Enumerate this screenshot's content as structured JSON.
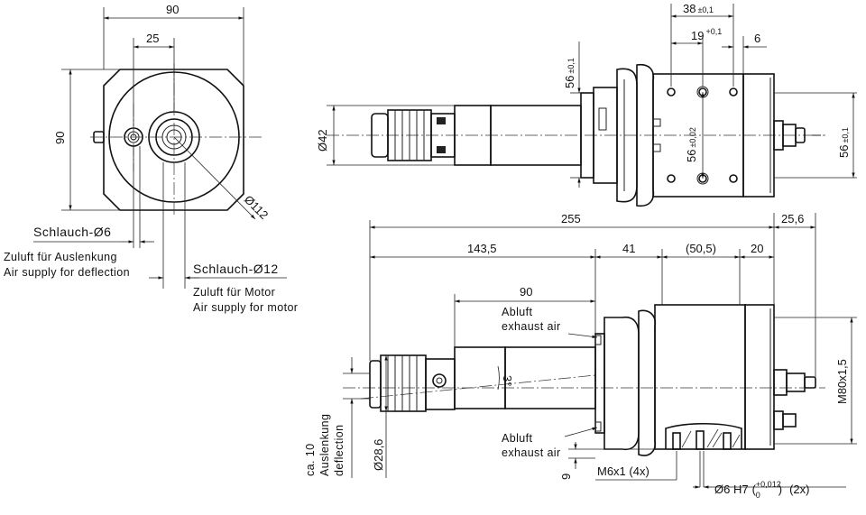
{
  "front_view": {
    "dim_width": "90",
    "dim_offset": "25",
    "dim_height": "90",
    "dim_diameter": "Ø112"
  },
  "labels": {
    "hose_6": "Schlauch-Ø6",
    "deflection_de": "Zuluft für Auslenkung",
    "deflection_en": "Air supply for deflection",
    "hose_12": "Schlauch-Ø12",
    "motor_de": "Zuluft für Motor",
    "motor_en": "Air supply for motor",
    "exhaust_top_de": "Abluft",
    "exhaust_top_en": "exhaust air",
    "exhaust_bottom_de": "Abluft",
    "exhaust_bottom_en": "exhaust air",
    "deflection_1": "ca. 10",
    "deflection_2": "Auslenkung",
    "deflection_3": "deflection"
  },
  "top_view": {
    "dim_38": "38",
    "dim_38_tol": "±0,1",
    "dim_19": "19",
    "dim_19_tol": "+0,1",
    "dim_6": "6",
    "dim_56_left": "56",
    "dim_56_left_tol": "±0,1",
    "dim_56_mid": "56",
    "dim_56_mid_tol": "±0,02",
    "dim_56_right": "56",
    "dim_56_right_tol": "±0,1",
    "dim_42": "Ø42"
  },
  "side_view": {
    "dim_255": "255",
    "dim_25_6": "25,6",
    "dim_143_5": "143,5",
    "dim_41": "41",
    "dim_50_5": "(50,5)",
    "dim_20": "20",
    "dim_90": "90",
    "dim_3deg": "3°",
    "dim_m80": "M80x1,5",
    "dim_28_6": "Ø28,6",
    "dim_9": "9",
    "dim_m6": "M6x1 (4x)",
    "dim_h7": "Ø6 H7",
    "dim_h7_tol": "+0,012",
    "dim_h7_tol2": "0",
    "dim_h7_count": "(2x)"
  }
}
